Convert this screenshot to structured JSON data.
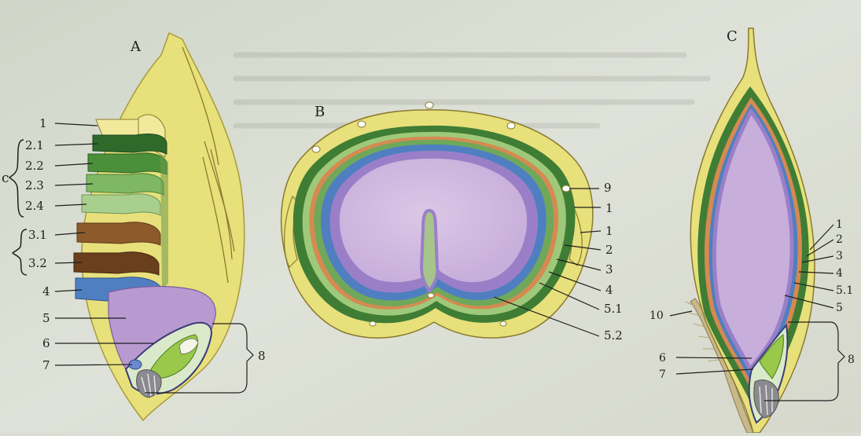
{
  "panels": {
    "A": {
      "letter": "A",
      "labels": [
        "1",
        "2.1",
        "2.2",
        "2.3",
        "2.4",
        "3.1",
        "3.2",
        "4",
        "5",
        "6",
        "7",
        "8"
      ],
      "side_mark": "c"
    },
    "B": {
      "letter": "B",
      "labels": [
        "9",
        "1",
        "1",
        "2",
        "3",
        "4",
        "5.1",
        "5.2"
      ]
    },
    "C": {
      "letter": "C",
      "labels": [
        "1",
        "2",
        "3",
        "4",
        "5.1",
        "5",
        "10",
        "6",
        "7",
        "8"
      ]
    }
  },
  "colors": {
    "page": "#d9ddd2",
    "husk": "#e8e07a",
    "pericarp_dark": "#3f7d34",
    "green_light": "#9fc97a",
    "brown": "#7a4a24",
    "aleurone_blue": "#4f7fc0",
    "endosperm_purple": "#9a7fc8",
    "endosperm_light": "#d3bde0",
    "embryo_green": "#9ac84a"
  }
}
